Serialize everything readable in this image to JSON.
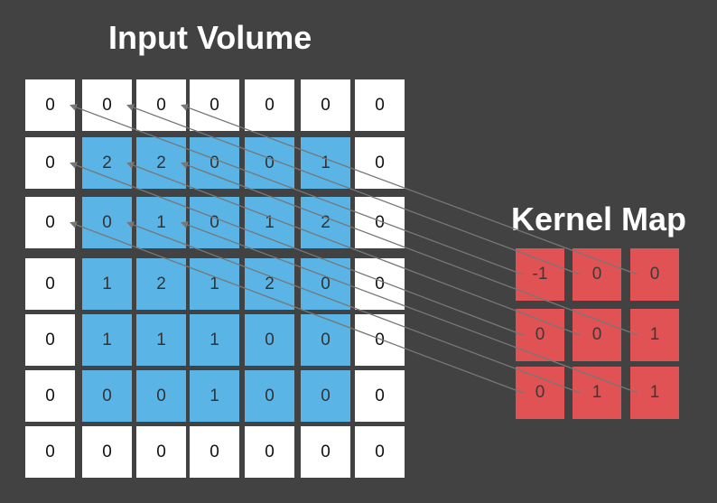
{
  "input_title": "Input Volume",
  "kernel_title": "Kernel Map",
  "colors": {
    "background": "#424242",
    "padding_cell": "#ffffff",
    "input_cell": "#5ab4e5",
    "kernel_cell": "#e05254",
    "arrow": "#777777"
  },
  "input_volume": [
    [
      "0",
      "0",
      "0",
      "0",
      "0",
      "0",
      "0"
    ],
    [
      "0",
      "2",
      "2",
      "0",
      "0",
      "1",
      "0"
    ],
    [
      "0",
      "0",
      "1",
      "0",
      "1",
      "2",
      "0"
    ],
    [
      "0",
      "1",
      "2",
      "1",
      "2",
      "0",
      "0"
    ],
    [
      "0",
      "1",
      "1",
      "1",
      "0",
      "0",
      "0"
    ],
    [
      "0",
      "0",
      "0",
      "1",
      "0",
      "0",
      "0"
    ],
    [
      "0",
      "0",
      "0",
      "0",
      "0",
      "0",
      "0"
    ]
  ],
  "kernel_map": [
    [
      "-1",
      "0",
      "0"
    ],
    [
      "0",
      "0",
      "1"
    ],
    [
      "0",
      "1",
      "1"
    ]
  ]
}
